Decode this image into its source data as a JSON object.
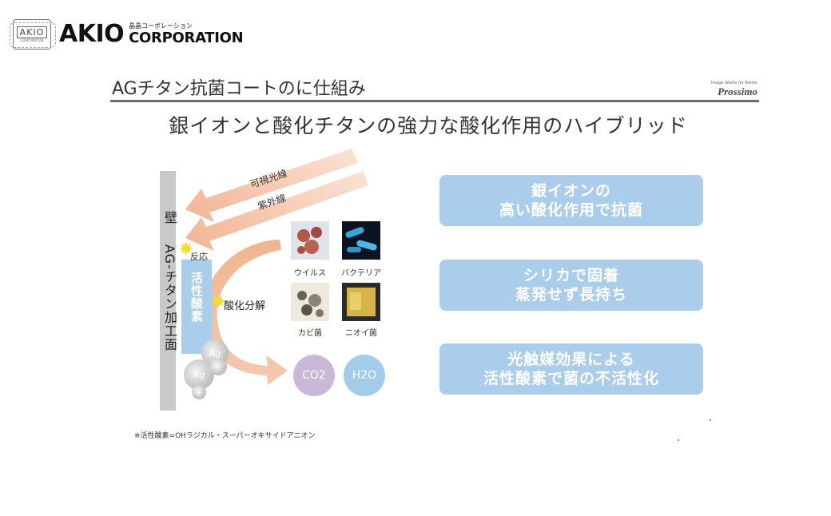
{
  "header": {
    "stamp_main": "AKIO",
    "stamp_sub": "CORPORATION",
    "brand_main": "AKIO",
    "brand_kana": "晶晶コーポレーション",
    "brand_corp": "CORPORATION"
  },
  "slide": {
    "title": "AGチタン抗菌コートのに仕組み",
    "logo_small": "Image Works for Better",
    "logo_name": "Prossimo",
    "subtitle": "銀イオンと酸化チタンの強力な酸化作用のハイブリッド"
  },
  "diagram": {
    "light_visible": "可視光線",
    "light_uv": "紫外線",
    "wall": "壁",
    "surface": "AG-チタン加工面",
    "active": "活性酸素",
    "reaction": "反応",
    "decomposition": "酸化分解",
    "ag1": "Ag",
    "ag2": "Ag",
    "ag_plus": "+",
    "germs": [
      "ウイルス",
      "バクテリア",
      "カビ菌",
      "ニオイ菌"
    ],
    "gas_co2": "CO2",
    "gas_h2o": "H2O"
  },
  "features": [
    {
      "line1": "銀イオンの",
      "line2": "高い酸化作用で抗菌"
    },
    {
      "line1": "シリカで固着",
      "line2": "蒸発せず長持ち"
    },
    {
      "line1": "光触媒効果による",
      "line2": "活性酸素で菌の不活性化"
    }
  ],
  "footnote": "※活性酸素=OHラジカル・スーパーオキサイドアニオン",
  "colors": {
    "feature_box": "#a9cdea",
    "arrow": "#f3b79c",
    "co2": "#c9b8d6",
    "h2o": "#a2ccea"
  }
}
